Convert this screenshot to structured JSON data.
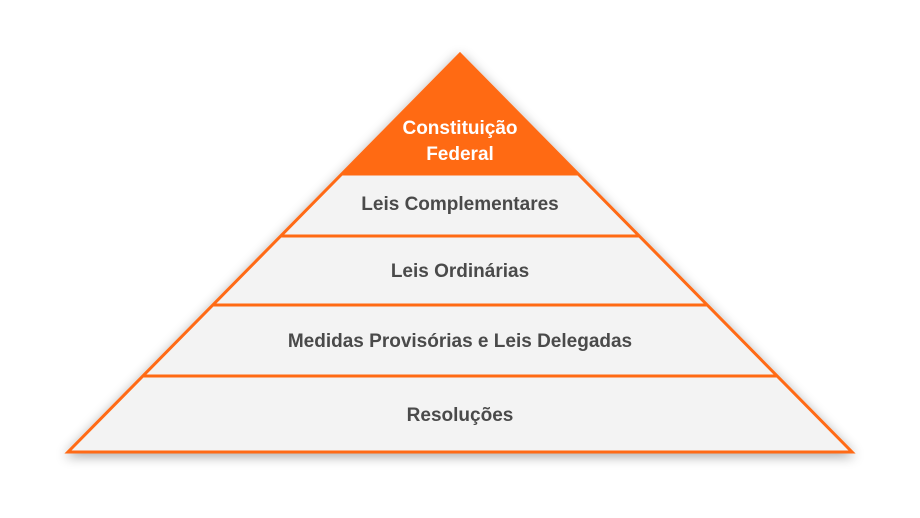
{
  "pyramid": {
    "apex": {
      "line1": "Constituição",
      "line2": "Federal"
    },
    "levels": [
      {
        "label": "Leis Complementares"
      },
      {
        "label": "Leis Ordinárias"
      },
      {
        "label": "Medidas Provisórias e Leis Delegadas"
      },
      {
        "label": "Resoluções"
      }
    ]
  },
  "colors": {
    "accent": "#ff6a13",
    "band_fill": "#f3f3f3",
    "text": "#4a4a4a",
    "apex_text": "#ffffff"
  }
}
